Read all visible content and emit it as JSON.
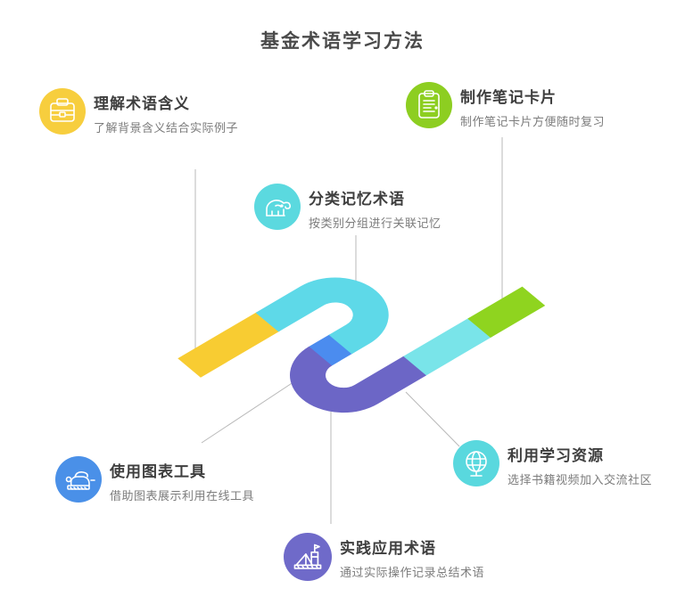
{
  "title": "基金术语学习方法",
  "nodes": [
    {
      "title": "理解术语含义",
      "desc": "了解背景含义结合实际例子",
      "color": "#F7CE3E",
      "icon": "briefcase-icon"
    },
    {
      "title": "制作笔记卡片",
      "desc": "制作笔记卡片方便随时复习",
      "color": "#8DCE21",
      "icon": "clipboard-icon"
    },
    {
      "title": "分类记忆术语",
      "desc": "按类别分组进行关联记忆",
      "color": "#5BD9DF",
      "icon": "elephant-icon"
    },
    {
      "title": "使用图表工具",
      "desc": "借助图表展示利用在线工具",
      "color": "#4A90E8",
      "icon": "iron-tool-icon"
    },
    {
      "title": "利用学习资源",
      "desc": "选择书籍视频加入交流社区",
      "color": "#59D8DE",
      "icon": "globe-icon"
    },
    {
      "title": "实践应用术语",
      "desc": "通过实际操作记录总结术语",
      "color": "#6F6AC9",
      "icon": "tent-flag-icon"
    }
  ],
  "ribbon": {
    "segments": [
      {
        "name": "yellow",
        "color": "#F8CC32"
      },
      {
        "name": "blue",
        "color": "#4B8CEF"
      },
      {
        "name": "teal",
        "color": "#79E4E9"
      },
      {
        "name": "cyan",
        "color": "#5ED9E8"
      },
      {
        "name": "green",
        "color": "#8FD41F"
      },
      {
        "name": "purple",
        "color": "#6C66C6"
      }
    ],
    "connector_color": "#b9b9b9"
  }
}
